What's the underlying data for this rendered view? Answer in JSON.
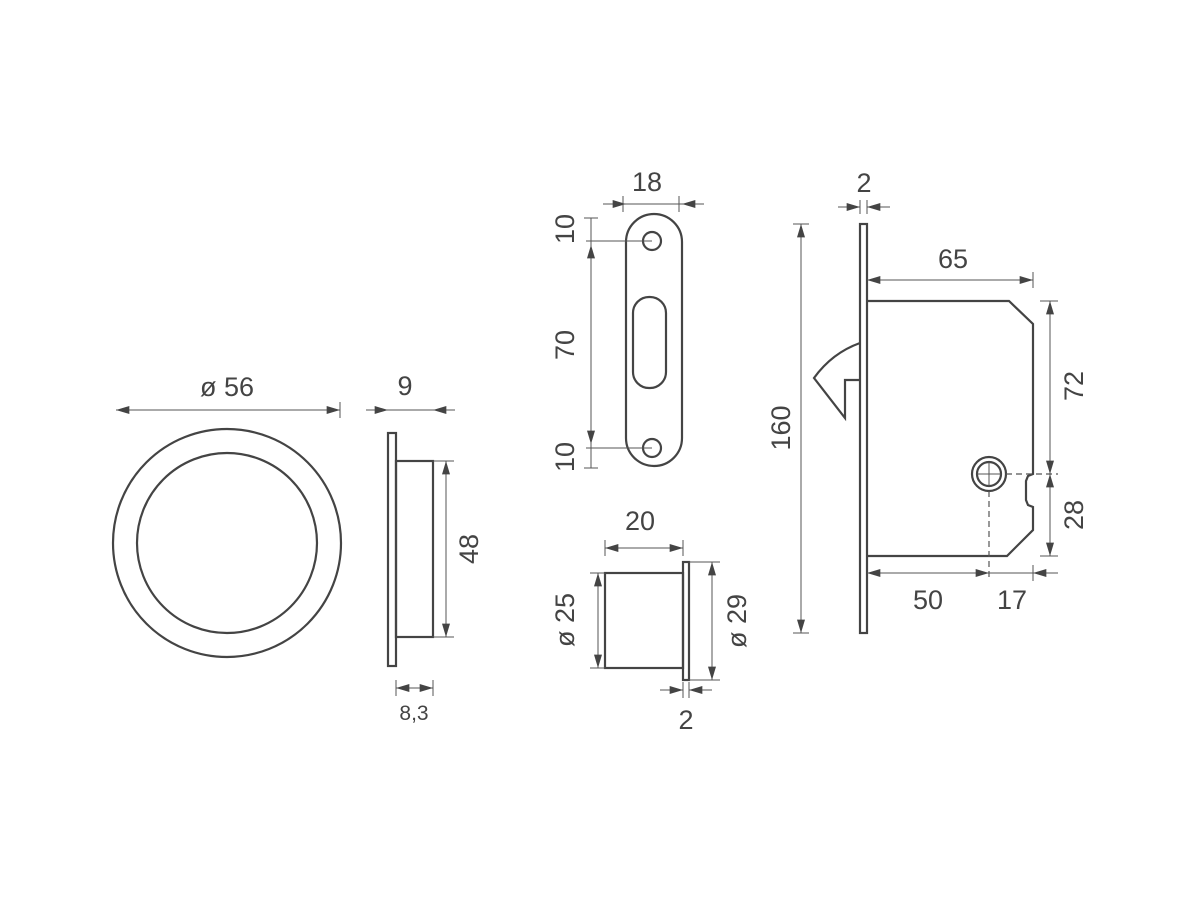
{
  "drawing": {
    "pull_front": {
      "diameter": "ø 56"
    },
    "pull_side": {
      "depth": "9",
      "height": "48",
      "cup_depth": "8,3"
    },
    "strike_plate": {
      "width": "18",
      "top_offset": "10",
      "center_span": "70",
      "bottom_offset": "10"
    },
    "cylinder": {
      "length": "20",
      "inner_diameter": "ø 25",
      "outer_diameter": "ø 29",
      "flange": "2"
    },
    "lock_body": {
      "faceplate_thickness": "2",
      "faceplate_height": "160",
      "body_depth": "65",
      "upper_height": "72",
      "lower_height": "28",
      "backset": "50",
      "rear_offset": "17"
    }
  },
  "colors": {
    "line": "#444444"
  }
}
